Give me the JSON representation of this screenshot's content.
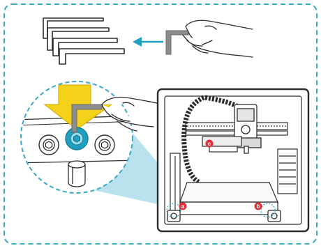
{
  "figure": {
    "frame_color": "#3aa7c4",
    "teal_accent": "#1fa0c0",
    "highlight_yellow": "#f3d219",
    "marker_red": "#e0323b",
    "line_color": "#2b2b2b"
  },
  "top_panel": {
    "hex_key_count": 4,
    "arrow_direction": "left",
    "icons": [
      "hex-key-set-icon",
      "hand-holding-hex-key-icon",
      "arrow-left-icon"
    ]
  },
  "zoom_panel": {
    "icons": [
      "down-arrow-icon",
      "hand-with-hex-key-icon",
      "screw-icon"
    ]
  },
  "callouts": [
    {
      "id": "a",
      "label": "a",
      "color": "#e0323b"
    },
    {
      "id": "b",
      "label": "b",
      "color": "#e0323b"
    },
    {
      "id": "c",
      "label": "c",
      "color": "#e0323b"
    }
  ]
}
